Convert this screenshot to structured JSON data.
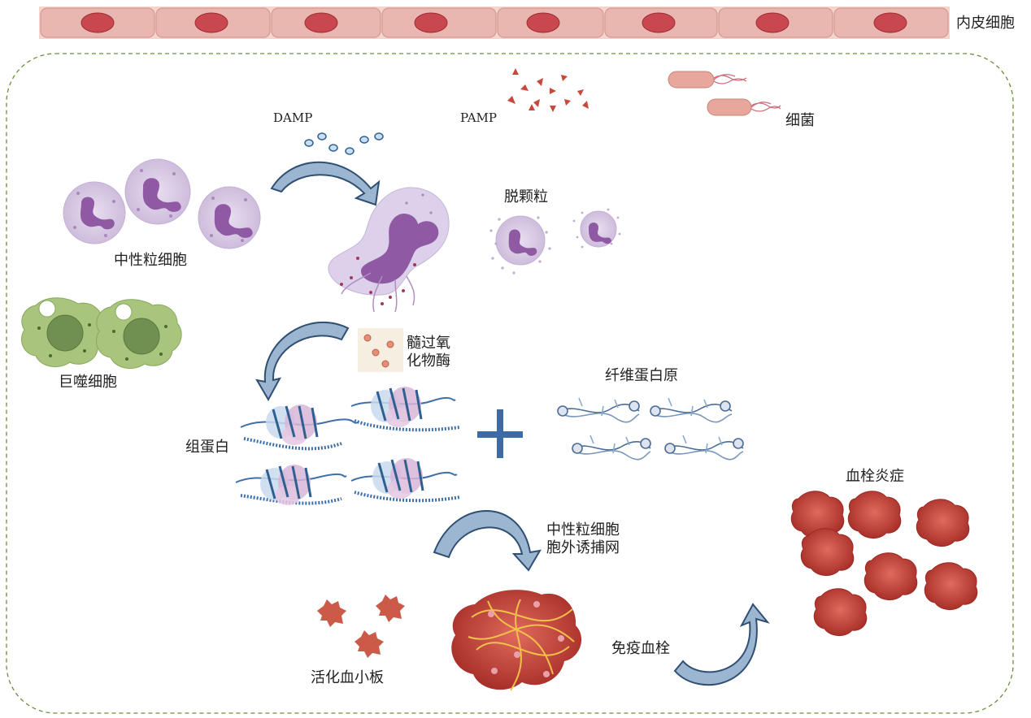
{
  "labels": {
    "endothelial": "内皮细胞",
    "damp": "DAMP",
    "pamp": "PAMP",
    "bacteria": "细菌",
    "neutrophil": "中性粒细胞",
    "degranulation": "脱颗粒",
    "macrophage": "巨噬细胞",
    "mpo": "髓过氧\n化物酶",
    "fibrinogen": "纤维蛋白原",
    "histone": "组蛋白",
    "net": "中性粒细胞\n胞外诱捕网",
    "thromboinflammation": "血栓炎症",
    "platelets": "活化血小板",
    "immunothrombosis": "免疫血栓"
  },
  "colors": {
    "endothelium_fill": "#e9b3ac",
    "endothelium_nucleus": "#c9484f",
    "neutrophil_body": "#ddd0e8",
    "neutrophil_nucleus": "#8f5aa3",
    "macrophage_body": "#a9c47c",
    "dna_strand": "#3f6fa8",
    "histone_core": "#d8b6d9",
    "arrow_fill": "#9cb6d2",
    "arrow_stroke": "#2f4f73",
    "clot_red": "#c9473c",
    "platelet_red": "#cc5a48",
    "plus_blue": "#3d6ba6",
    "border_green": "#5a7a2a"
  }
}
